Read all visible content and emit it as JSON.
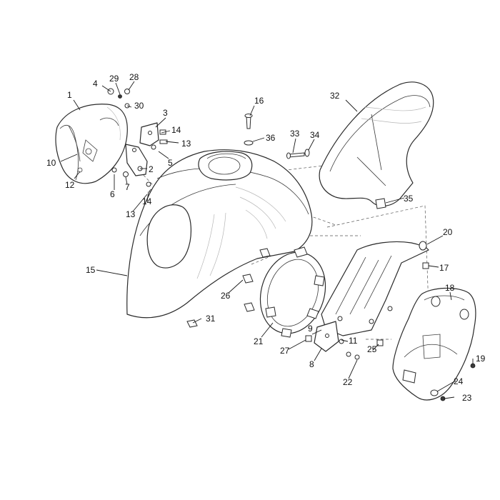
{
  "callouts": [
    "1",
    "2",
    "3",
    "4",
    "5",
    "6",
    "7",
    "8",
    "9",
    "10",
    "11",
    "12",
    "13",
    "13",
    "14",
    "14",
    "15",
    "16",
    "17",
    "18",
    "19",
    "20",
    "21",
    "22",
    "23",
    "24",
    "25",
    "26",
    "27",
    "28",
    "29",
    "30",
    "31",
    "32",
    "33",
    "34",
    "35",
    "36"
  ]
}
